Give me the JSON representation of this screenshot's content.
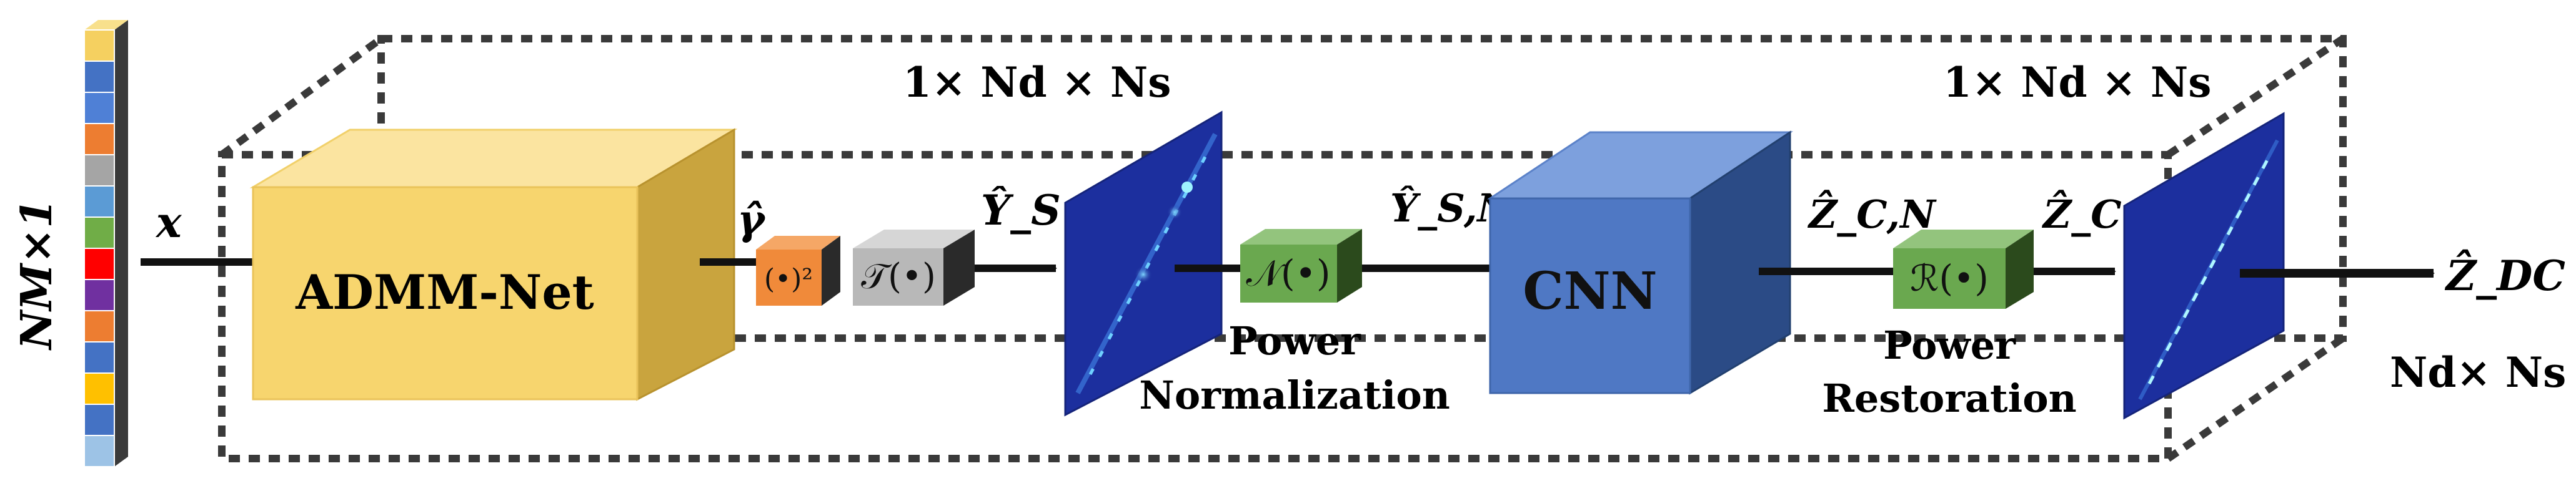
{
  "input_vector": {
    "label": "NM×1",
    "symbol": "x",
    "cells": [
      "#f5d060",
      "#4472c4",
      "#4f80d6",
      "#ed7d31",
      "#a5a5a5",
      "#5b9bd5",
      "#70ad47",
      "#ff0000",
      "#7030a0",
      "#ed7d31",
      "#4472c4",
      "#ffc000",
      "#4472c4",
      "#9dc3e6"
    ]
  },
  "dims_left": "1× Nd × Ns",
  "dims_right": "1× Nd × Ns",
  "dims_output": "Nd× Ns",
  "blocks": {
    "admm": "ADMM-Net",
    "square": "(•)²",
    "transform": "𝒯(•)",
    "normalize": "𝒩(•)",
    "cnn": "CNN",
    "restore": "ℛ(•)"
  },
  "captions": {
    "normalization": [
      "Power",
      "Normalization"
    ],
    "restoration": [
      "Power",
      "Restoration"
    ]
  },
  "signals": {
    "gamma": "γ̂",
    "y_s": "Ŷ_S",
    "y_sn": "Ŷ_S,N",
    "z_cn": "Ẑ_C,N",
    "z_c": "Ẑ_C",
    "z_dc": "Ẑ_DC"
  },
  "colors": {
    "admm": "#f7d56e",
    "square": "#f08a3a",
    "transform": "#b8b8b8",
    "normalize": "#6aa84f",
    "cnn": "#4f78c4",
    "heatmap": "#1c2f9e"
  }
}
